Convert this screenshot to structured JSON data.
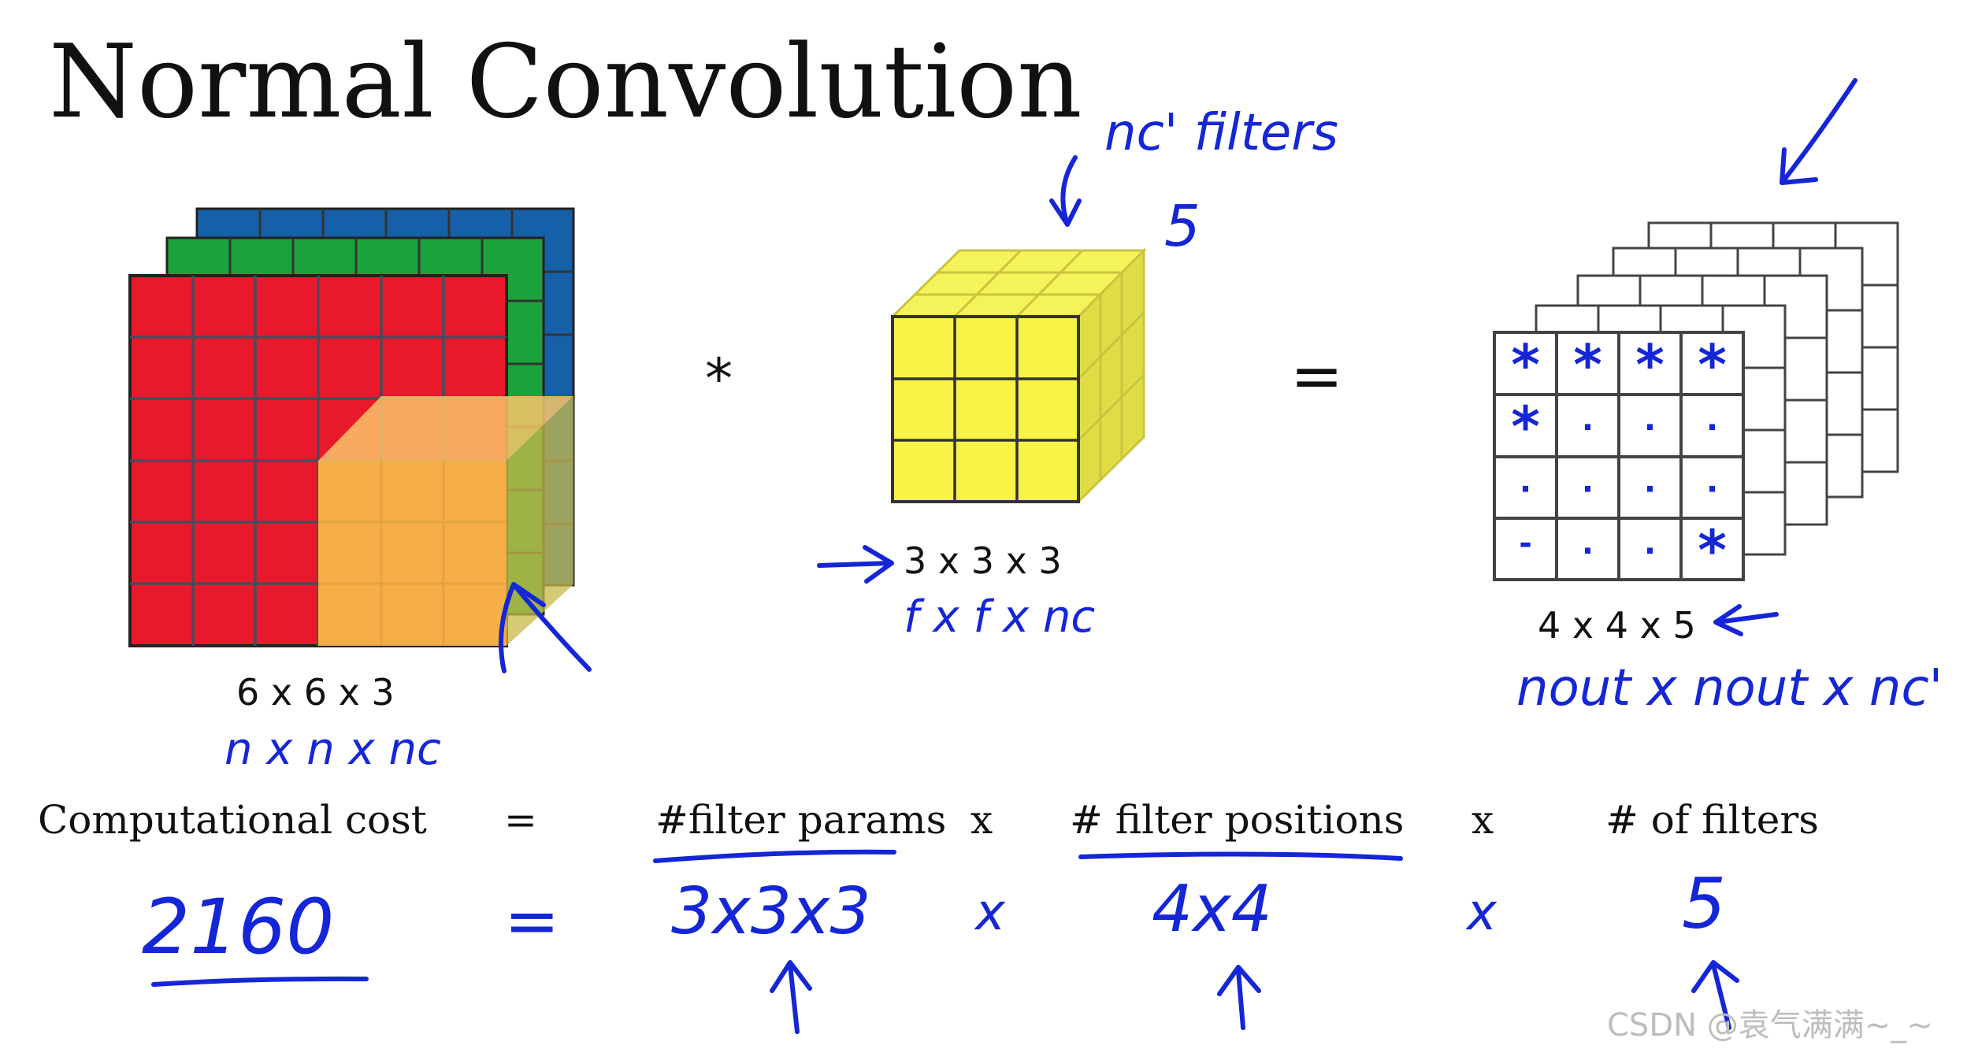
{
  "title": "Normal Convolution",
  "operators": {
    "conv": "*",
    "equals": "="
  },
  "input": {
    "dims": "6 x 6 x 3",
    "annotation": "n x n x nc",
    "channel_colors": [
      "#e8192c",
      "#1aa33a",
      "#1560a8"
    ],
    "overlay_color": "#f8b64a"
  },
  "filter": {
    "dims": "3 x 3 x 3",
    "annotation": "f x f x nc",
    "note_top": "nc' filters",
    "note_count": "5",
    "color": "#f5f35a"
  },
  "output": {
    "dims": "4 x 4 x 5",
    "annotation": "nout x nout x nc'",
    "cell_marks": [
      [
        "*",
        "*",
        "*",
        "*"
      ],
      [
        "*",
        ".",
        ".",
        "."
      ],
      [
        ".",
        ".",
        ".",
        "."
      ],
      [
        "-",
        ".",
        ".",
        "*"
      ]
    ]
  },
  "formula": {
    "lhs": "Computational cost",
    "eq": "=",
    "term1": "#filter params",
    "times1": "x",
    "term2": "# filter positions",
    "times2": "x",
    "term3": "# of filters"
  },
  "handwritten": {
    "result": "2160",
    "eq": "=",
    "v1": "3x3x3",
    "x1": "x",
    "v2": "4x4",
    "x2": "x",
    "v3": "5"
  },
  "watermark": "CSDN @袁气满满~_~"
}
